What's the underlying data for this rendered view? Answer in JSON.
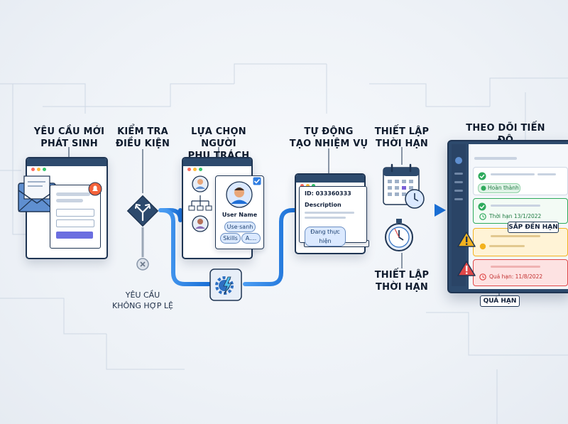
{
  "steps": {
    "s1": {
      "title_l1": "YÊU CẦU MỚI",
      "title_l2": "PHÁT SINH"
    },
    "s2": {
      "title_l1": "KIỂM TRA",
      "title_l2": "ĐIỀU KIỆN",
      "reject_l1": "YÊU CẦU",
      "reject_l2": "KHÔNG HỢP LỆ"
    },
    "s3": {
      "title_l1": "LỰA CHỌN NGƯỜI",
      "title_l2": "PHỤ TRÁCH ĐÚNG",
      "card_name": "User Name",
      "tag1": "Use·sanh",
      "tag2": "Skills",
      "tag3": "A...."
    },
    "s4": {
      "title_l1": "TỰ ĐỘNG",
      "title_l2": "TẠO NHIỆM VỤ",
      "id_text": "ID: 033360333",
      "desc_label": "Description",
      "status_pill": "Đang thực hiện"
    },
    "s5": {
      "title_l1": "THIẾT LẬP",
      "title_l2": "THỜI HẠN",
      "caption_l1": "THIẾT LẬP",
      "caption_l2": "THỜI HẠN"
    },
    "s6": {
      "title": "THEO DÕI TIẾN ĐỘ",
      "row1_status": "Hoàn thành",
      "row2_deadline": "Thời hạn 13/1/2022",
      "row3_tag": "SẮP ĐẾN HẠN",
      "row4_deadline": "Quá hạn: 11/8/2022",
      "row4_tag": "QUÁ HẠN"
    }
  },
  "colors": {
    "flow_blue": "#1f7de0",
    "navy": "#1f3553",
    "ok_green": "#2eaa5c",
    "warn_yellow": "#f3b21f",
    "danger_red": "#e04848"
  }
}
